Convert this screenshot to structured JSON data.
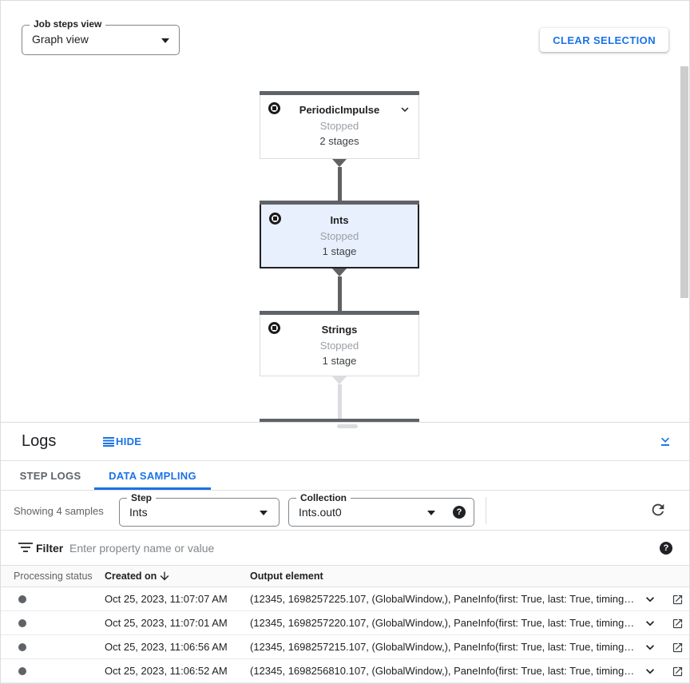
{
  "controls": {
    "job_steps_view": {
      "label": "Job steps view",
      "value": "Graph view"
    },
    "clear_selection_label": "CLEAR SELECTION"
  },
  "graph": {
    "nodes": [
      {
        "title": "PeriodicImpulse",
        "status": "Stopped",
        "stages": "2 stages",
        "selected": false
      },
      {
        "title": "Ints",
        "status": "Stopped",
        "stages": "1 stage",
        "selected": true
      },
      {
        "title": "Strings",
        "status": "Stopped",
        "stages": "1 stage",
        "selected": false
      }
    ]
  },
  "logs": {
    "title": "Logs",
    "hide_label": "HIDE",
    "tabs": [
      {
        "label": "STEP LOGS",
        "active": false
      },
      {
        "label": "DATA SAMPLING",
        "active": true
      }
    ],
    "summary": "Showing 4 samples",
    "step_select": {
      "label": "Step",
      "value": "Ints"
    },
    "collection_select": {
      "label": "Collection",
      "value": "Ints.out0"
    },
    "filter": {
      "label": "Filter",
      "placeholder": "Enter property name or value"
    },
    "table": {
      "columns": {
        "status": "Processing status",
        "created": "Created on",
        "output": "Output element"
      },
      "rows": [
        {
          "created_on": "Oct 25, 2023, 11:07:07 AM",
          "output": "(12345, 1698257225.107, (GlobalWindow,), PaneInfo(first: True, last: True, timing…"
        },
        {
          "created_on": "Oct 25, 2023, 11:07:01 AM",
          "output": "(12345, 1698257220.107, (GlobalWindow,), PaneInfo(first: True, last: True, timing…"
        },
        {
          "created_on": "Oct 25, 2023, 11:06:56 AM",
          "output": "(12345, 1698257215.107, (GlobalWindow,), PaneInfo(first: True, last: True, timing…"
        },
        {
          "created_on": "Oct 25, 2023, 11:06:52 AM",
          "output": "(12345, 1698256810.107, (GlobalWindow,), PaneInfo(first: True, last: True, timing…"
        }
      ]
    }
  },
  "icons": {
    "dropdown_arrow": "triangle-down",
    "node_status": "stop-circle",
    "node_expand": "chevron-down",
    "hide": "view-headline",
    "collapse_panel": "chevron-down-underline",
    "help": "?",
    "refresh": "refresh",
    "sort": "arrow-downward",
    "filter": "filter-list",
    "row_expand": "chevron-down",
    "row_open": "open-in-new"
  },
  "colors": {
    "accent_blue": "#1a73e8",
    "text_dark": "#202124",
    "text_gray": "#5f6368",
    "status_muted": "#9aa0a6",
    "border": "#dadce0",
    "node_bar": "#5f6368",
    "edge_dark": "#616161",
    "edge_light": "#dadce0",
    "selected_node_bg": "#e8f0fe",
    "header_row_bg": "#fafafa"
  }
}
